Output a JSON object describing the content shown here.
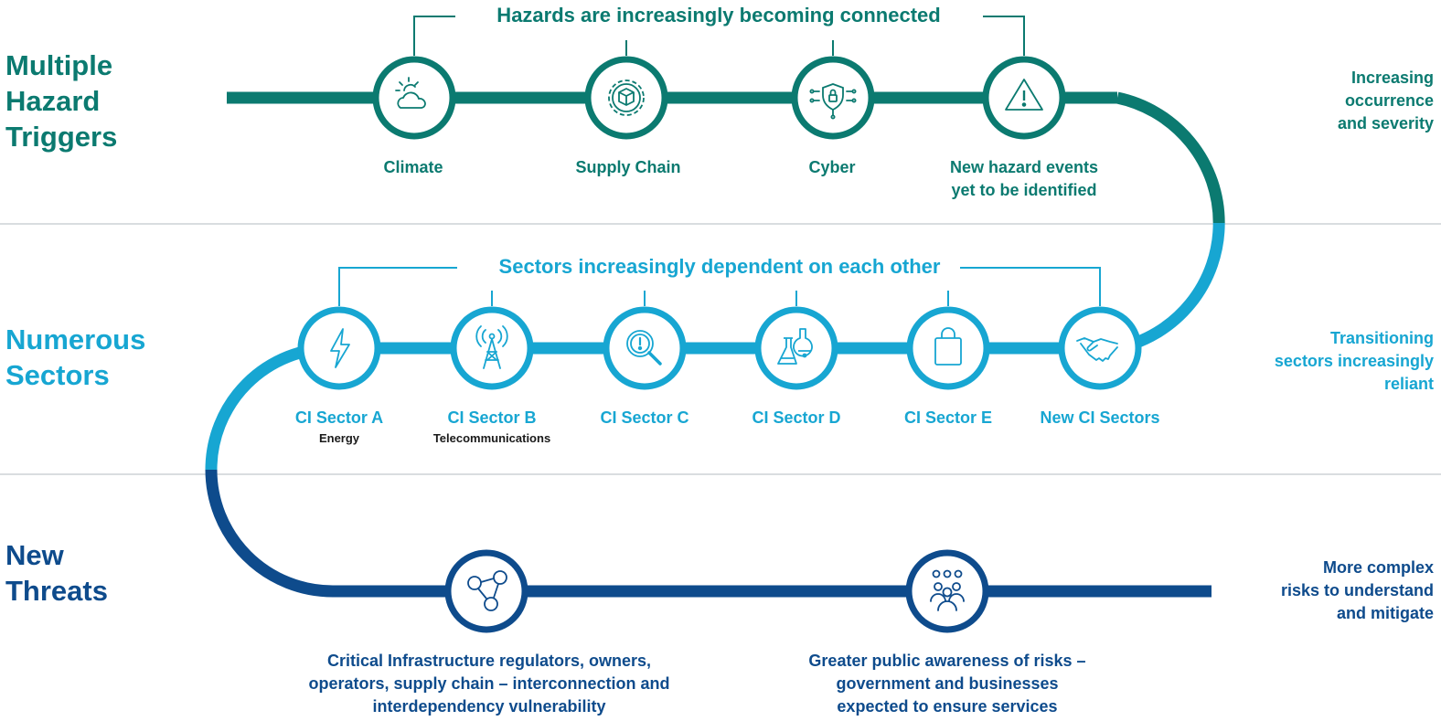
{
  "colors": {
    "hazard": "#0b7a70",
    "sector": "#17a6d2",
    "threat": "#0e4b8c",
    "divider": "#d9dde0"
  },
  "rows": {
    "hazard": {
      "title": "Multiple\nHazard\nTriggers",
      "note": "Increasing\noccurrence\nand severity"
    },
    "sector": {
      "title": "Numerous\nSectors",
      "note": "Transitioning\nsectors increasingly\nreliant"
    },
    "threat": {
      "title": "New\nThreats",
      "note": "More complex\nrisks to understand\nand mitigate"
    }
  },
  "hazard_band": {
    "heading": "Hazards are increasingly becoming connected",
    "nodes": [
      {
        "label": "Climate",
        "icon": "cloud-sun-icon"
      },
      {
        "label": "Supply Chain",
        "icon": "gear-box-icon"
      },
      {
        "label": "Cyber",
        "icon": "shield-circuit-icon"
      },
      {
        "label": "New hazard events\nyet to be identified",
        "icon": "warning-triangle-icon"
      }
    ]
  },
  "sector_band": {
    "heading": "Sectors increasingly dependent on each other",
    "nodes": [
      {
        "label": "CI Sector A",
        "sub": "Energy",
        "icon": "lightning-bolt-icon"
      },
      {
        "label": "CI Sector B",
        "sub": "Telecommunications",
        "icon": "radio-tower-icon"
      },
      {
        "label": "CI Sector C",
        "sub": "",
        "icon": "magnifier-alert-icon"
      },
      {
        "label": "CI Sector D",
        "sub": "",
        "icon": "lab-flask-icon"
      },
      {
        "label": "CI Sector E",
        "sub": "",
        "icon": "shopping-bag-icon"
      },
      {
        "label": "New CI Sectors",
        "sub": "",
        "icon": "handshake-icon"
      }
    ]
  },
  "threat_band": {
    "nodes": [
      {
        "text": "Critical Infrastructure regulators, owners,\noperators, supply chain – interconnection and\ninterdependency vulnerability",
        "icon": "network-people-icon"
      },
      {
        "text": "Greater public awareness of risks –\ngovernment and businesses\nexpected to ensure services",
        "icon": "group-people-icon"
      }
    ]
  }
}
